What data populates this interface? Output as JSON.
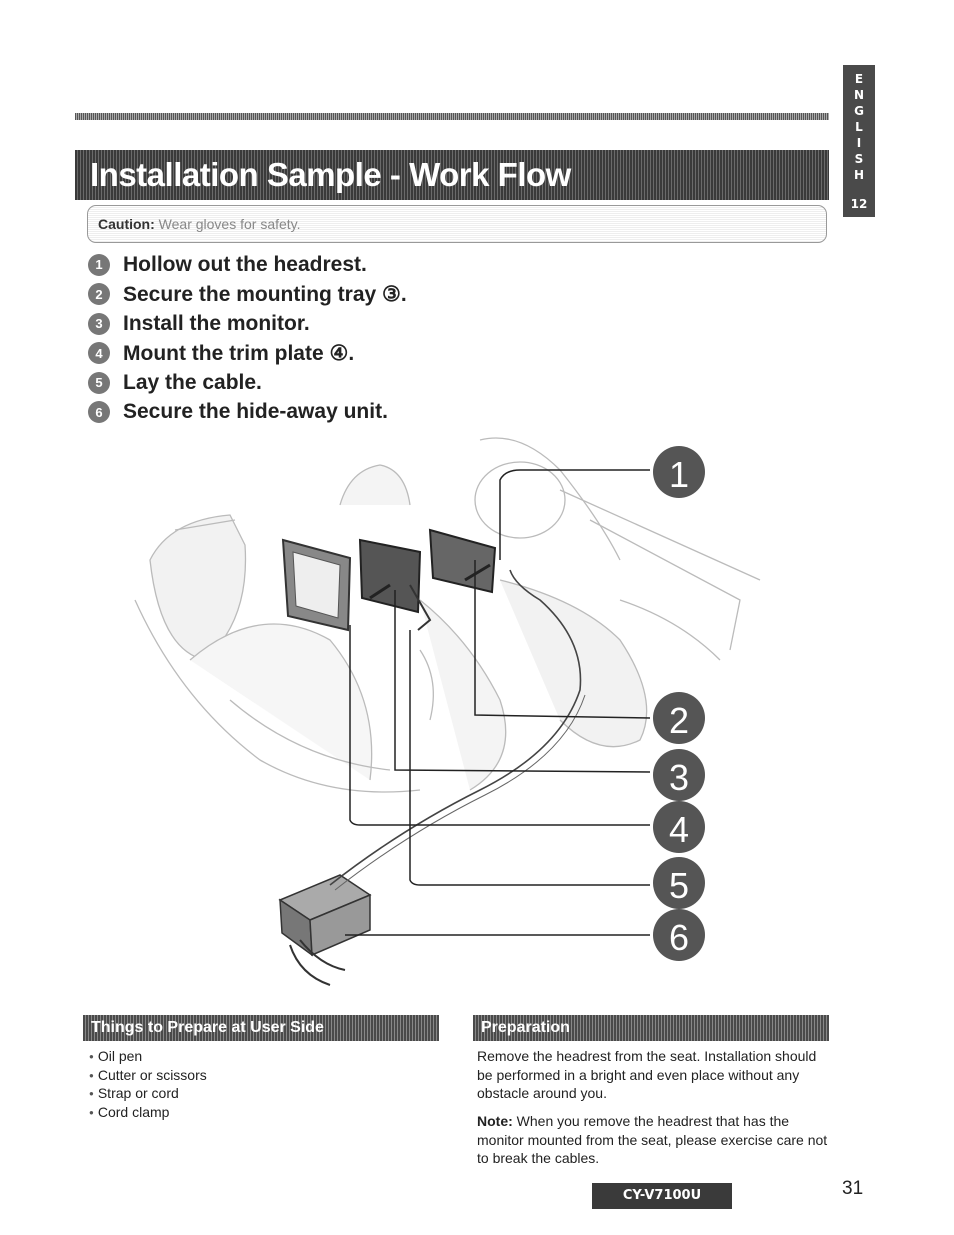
{
  "tab": {
    "letters": [
      "E",
      "N",
      "G",
      "L",
      "I",
      "S",
      "H"
    ],
    "page": "12"
  },
  "title": "Installation Sample - Work Flow",
  "caution": {
    "label": "Caution:",
    "text": "Wear gloves for safety."
  },
  "steps": [
    {
      "num": "1",
      "text": "Hollow out the headrest."
    },
    {
      "num": "2",
      "text": "Secure the mounting tray ③."
    },
    {
      "num": "3",
      "text": "Install the monitor."
    },
    {
      "num": "4",
      "text": "Mount the trim plate ④."
    },
    {
      "num": "5",
      "text": "Lay the cable."
    },
    {
      "num": "6",
      "text": "Secure the hide-away unit."
    }
  ],
  "callouts": [
    "1",
    "2",
    "3",
    "4",
    "5",
    "6"
  ],
  "left_section": {
    "heading": "Things to Prepare at User Side",
    "items": [
      "Oil pen",
      "Cutter or scissors",
      "Strap or cord",
      "Cord clamp"
    ]
  },
  "right_section": {
    "heading": "Preparation",
    "body": "Remove the headrest from the seat. Installation should be performed in a bright and even place without any obstacle around you.",
    "note_label": "Note:",
    "note_text": "When you remove the headrest that has the monitor mounted from the seat, please exercise care not to break the cables."
  },
  "model": "CY-V7100U",
  "page_number": "31"
}
